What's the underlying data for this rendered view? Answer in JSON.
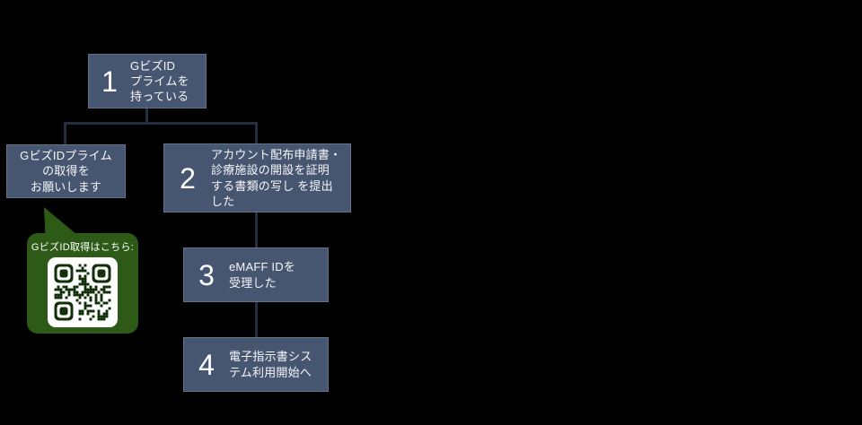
{
  "flow": {
    "step1": {
      "number": "1",
      "text": "GビズID\nプライムを\n持っている"
    },
    "note": {
      "text": "GビズIDプライム\nの取得を\nお願いします"
    },
    "step2": {
      "number": "2",
      "text": "アカウント配布申請書・\n診療施設の開設を証明\nする書類の写し を提出\nした"
    },
    "step3": {
      "number": "3",
      "text": "eMAFF IDを\n受理した"
    },
    "step4": {
      "number": "4",
      "text": "電子指示書シス\nテム利用開始へ"
    }
  },
  "bubble": {
    "label": "GビズID取得はこちら:",
    "qr": {
      "bg": "#ffffff",
      "fg": "#12300a",
      "modules": 21
    }
  },
  "colors": {
    "background": "#000000",
    "box_fill": "#475670",
    "connector": "#232f40",
    "bubble_green": "#2e5a17",
    "text": "#f4f6f9"
  }
}
